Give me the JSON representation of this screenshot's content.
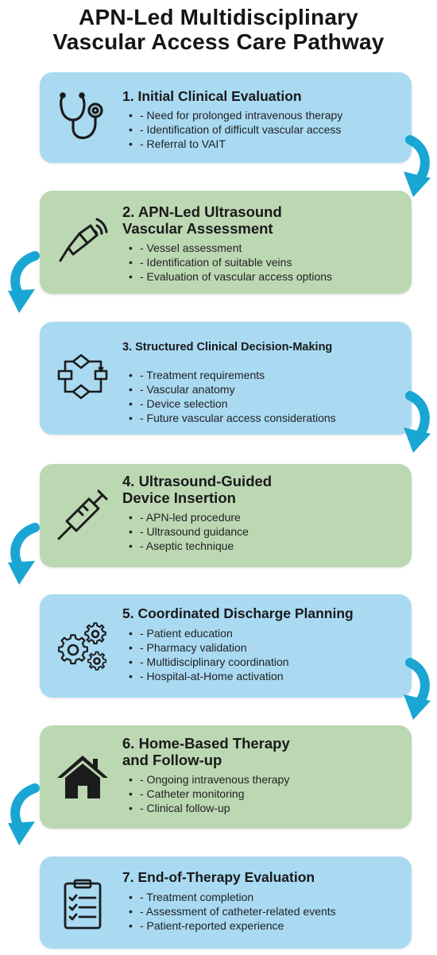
{
  "title": {
    "line1": "APN-Led Multidisciplinary",
    "line2": "Vascular Access Care Pathway"
  },
  "colors": {
    "blue_card": "#a9daf2",
    "green_card": "#bcd8b3",
    "arrow": "#1aa6d3"
  },
  "steps": [
    {
      "title_lines": [
        "1. Initial Clinical Evaluation"
      ],
      "icon": "stethoscope-icon",
      "items": [
        "- Need for prolonged intravenous therapy",
        "- Identification of difficult vascular access",
        "- Referral to VAIT"
      ]
    },
    {
      "title_lines": [
        "2. APN-Led Ultrasound",
        "Vascular Assessment"
      ],
      "icon": "ultrasound-probe-icon",
      "items": [
        "- Vessel assessment",
        "- Identification of suitable veins",
        "- Evaluation of vascular access options"
      ]
    },
    {
      "title_lines": [
        "3. Structured Clinical Decision-Making"
      ],
      "icon": "flowchart-icon",
      "items": [
        "- Treatment requirements",
        "- Vascular anatomy",
        "- Device selection",
        "- Future vascular access considerations"
      ]
    },
    {
      "title_lines": [
        "4. Ultrasound-Guided",
        "Device Insertion"
      ],
      "icon": "syringe-icon",
      "items": [
        "- APN-led procedure",
        "- Ultrasound guidance",
        "- Aseptic technique"
      ]
    },
    {
      "title_lines": [
        "5. Coordinated Discharge Planning"
      ],
      "icon": "gears-icon",
      "items": [
        "- Patient education",
        "- Pharmacy validation",
        "- Multidisciplinary coordination",
        "- Hospital-at-Home activation"
      ]
    },
    {
      "title_lines": [
        "6. Home-Based Therapy",
        "and Follow-up"
      ],
      "icon": "house-icon",
      "items": [
        "- Ongoing intravenous therapy",
        "- Catheter monitoring",
        "- Clinical follow-up"
      ]
    },
    {
      "title_lines": [
        "7. End-of-Therapy Evaluation"
      ],
      "icon": "clipboard-checklist-icon",
      "items": [
        "- Treatment completion",
        "- Assessment of catheter-related events",
        "- Patient-reported experience"
      ]
    }
  ]
}
